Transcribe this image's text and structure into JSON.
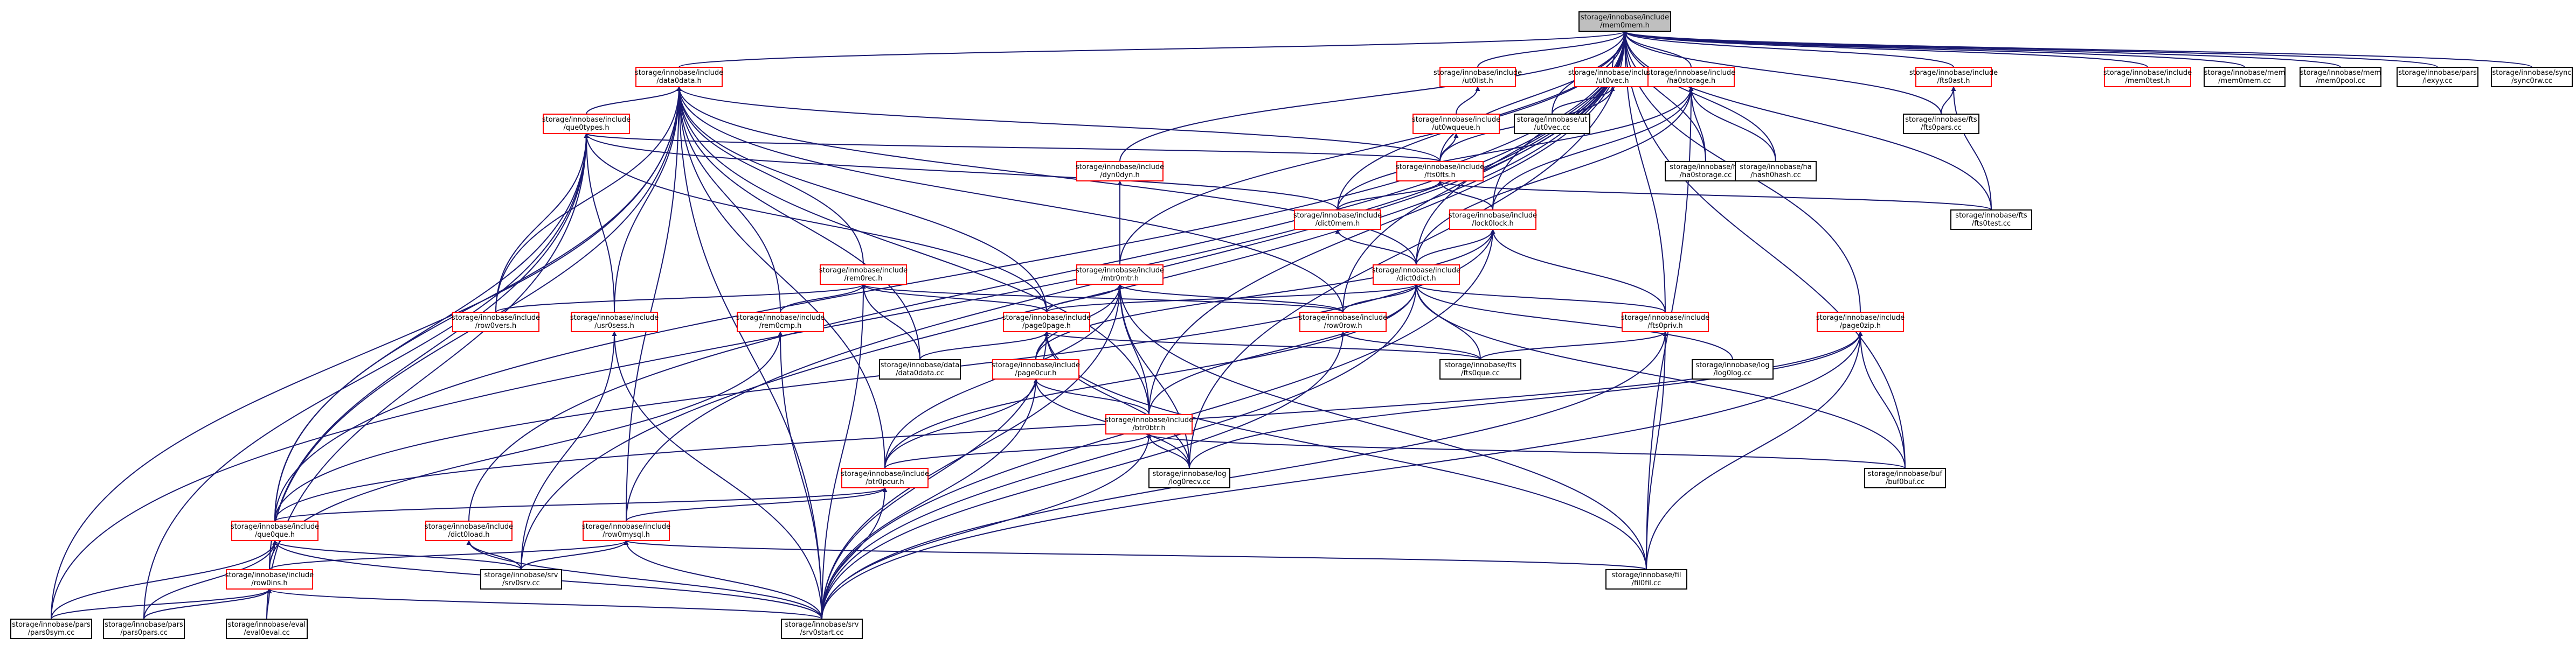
{
  "colors": {
    "background": "#ffffff",
    "edge": "#191970",
    "border_red": "#ff0000",
    "border_gray": "#999999",
    "border_black": "#000000",
    "root_fill": "#bfbfbf",
    "text": "#000000"
  },
  "nodes": [
    {
      "id": "root",
      "lines": [
        "storage/innobase/include",
        "/mem0mem.h"
      ],
      "style": "root"
    },
    {
      "id": "data0data_h",
      "lines": [
        "storage/innobase/include",
        "/data0data.h"
      ],
      "style": "red"
    },
    {
      "id": "ut0list_h",
      "lines": [
        "storage/innobase/include",
        "/ut0list.h"
      ],
      "style": "red"
    },
    {
      "id": "ut0vec_h",
      "lines": [
        "storage/innobase/include",
        "/ut0vec.h"
      ],
      "style": "red"
    },
    {
      "id": "ut0vec_cc",
      "lines": [
        "storage/innobase/ut",
        "/ut0vec.cc"
      ],
      "style": "black"
    },
    {
      "id": "ha0storage_h",
      "lines": [
        "storage/innobase/include",
        "/ha0storage.h"
      ],
      "style": "red"
    },
    {
      "id": "fts0ast_h",
      "lines": [
        "storage/innobase/include",
        "/fts0ast.h"
      ],
      "style": "red"
    },
    {
      "id": "mem0test_h",
      "lines": [
        "storage/innobase/include",
        "/mem0test.h"
      ],
      "style": "red"
    },
    {
      "id": "mem0mem_cc",
      "lines": [
        "storage/innobase/mem",
        "/mem0mem.cc"
      ],
      "style": "black"
    },
    {
      "id": "mem0pool_cc",
      "lines": [
        "storage/innobase/mem",
        "/mem0pool.cc"
      ],
      "style": "black"
    },
    {
      "id": "lexyy_cc",
      "lines": [
        "storage/innobase/pars",
        "/lexyy.cc"
      ],
      "style": "black"
    },
    {
      "id": "sync0rw_cc",
      "lines": [
        "storage/innobase/sync",
        "/sync0rw.cc"
      ],
      "style": "black"
    },
    {
      "id": "que0types_h",
      "lines": [
        "storage/innobase/include",
        "/que0types.h"
      ],
      "style": "red"
    },
    {
      "id": "ut0wqueue_h",
      "lines": [
        "storage/innobase/include",
        "/ut0wqueue.h"
      ],
      "style": "red"
    },
    {
      "id": "fts0pars_cc",
      "lines": [
        "storage/innobase/fts",
        "/fts0pars.cc"
      ],
      "style": "black"
    },
    {
      "id": "dyn0dyn_h",
      "lines": [
        "storage/innobase/include",
        "/dyn0dyn.h"
      ],
      "style": "red"
    },
    {
      "id": "fts0fts_h",
      "lines": [
        "storage/innobase/include",
        "/fts0fts.h"
      ],
      "style": "red"
    },
    {
      "id": "ha0storage_cc",
      "lines": [
        "storage/innobase/ha",
        "/ha0storage.cc"
      ],
      "style": "black"
    },
    {
      "id": "hash0hash_cc",
      "lines": [
        "storage/innobase/ha",
        "/hash0hash.cc"
      ],
      "style": "black"
    },
    {
      "id": "dict0mem_h",
      "lines": [
        "storage/innobase/include",
        "/dict0mem.h"
      ],
      "style": "red"
    },
    {
      "id": "lock0lock_h",
      "lines": [
        "storage/innobase/include",
        "/lock0lock.h"
      ],
      "style": "red"
    },
    {
      "id": "fts0test_cc",
      "lines": [
        "storage/innobase/fts",
        "/fts0test.cc"
      ],
      "style": "black"
    },
    {
      "id": "rem0rec_h",
      "lines": [
        "storage/innobase/include",
        "/rem0rec.h"
      ],
      "style": "red"
    },
    {
      "id": "mtr0mtr_h",
      "lines": [
        "storage/innobase/include",
        "/mtr0mtr.h"
      ],
      "style": "red"
    },
    {
      "id": "dict0dict_h",
      "lines": [
        "storage/innobase/include",
        "/dict0dict.h"
      ],
      "style": "red"
    },
    {
      "id": "row0vers_h",
      "lines": [
        "storage/innobase/include",
        "/row0vers.h"
      ],
      "style": "red"
    },
    {
      "id": "usr0sess_h",
      "lines": [
        "storage/innobase/include",
        "/usr0sess.h"
      ],
      "style": "red"
    },
    {
      "id": "rem0cmp_h",
      "lines": [
        "storage/innobase/include",
        "/rem0cmp.h"
      ],
      "style": "red"
    },
    {
      "id": "page0page_h",
      "lines": [
        "storage/innobase/include",
        "/page0page.h"
      ],
      "style": "red"
    },
    {
      "id": "row0row_h",
      "lines": [
        "storage/innobase/include",
        "/row0row.h"
      ],
      "style": "red"
    },
    {
      "id": "fts0priv_h",
      "lines": [
        "storage/innobase/include",
        "/fts0priv.h"
      ],
      "style": "red"
    },
    {
      "id": "page0zip_h",
      "lines": [
        "storage/innobase/include",
        "/page0zip.h"
      ],
      "style": "red"
    },
    {
      "id": "data0data_cc",
      "lines": [
        "storage/innobase/data",
        "/data0data.cc"
      ],
      "style": "black"
    },
    {
      "id": "page0cur_h",
      "lines": [
        "storage/innobase/include",
        "/page0cur.h"
      ],
      "style": "red"
    },
    {
      "id": "fts0que_cc",
      "lines": [
        "storage/innobase/fts",
        "/fts0que.cc"
      ],
      "style": "black"
    },
    {
      "id": "log0log_cc",
      "lines": [
        "storage/innobase/log",
        "/log0log.cc"
      ],
      "style": "black"
    },
    {
      "id": "btr0btr_h",
      "lines": [
        "storage/innobase/include",
        "/btr0btr.h"
      ],
      "style": "red"
    },
    {
      "id": "btr0pcur_h",
      "lines": [
        "storage/innobase/include",
        "/btr0pcur.h"
      ],
      "style": "red"
    },
    {
      "id": "log0recv_cc",
      "lines": [
        "storage/innobase/log",
        "/log0recv.cc"
      ],
      "style": "black"
    },
    {
      "id": "buf0buf_cc",
      "lines": [
        "storage/innobase/buf",
        "/buf0buf.cc"
      ],
      "style": "black"
    },
    {
      "id": "que0que_h",
      "lines": [
        "storage/innobase/include",
        "/que0que.h"
      ],
      "style": "red"
    },
    {
      "id": "dict0load_h",
      "lines": [
        "storage/innobase/include",
        "/dict0load.h"
      ],
      "style": "red"
    },
    {
      "id": "row0mysql_h",
      "lines": [
        "storage/innobase/include",
        "/row0mysql.h"
      ],
      "style": "red"
    },
    {
      "id": "srv0srv_cc",
      "lines": [
        "storage/innobase/srv",
        "/srv0srv.cc"
      ],
      "style": "black"
    },
    {
      "id": "row0ins_h",
      "lines": [
        "storage/innobase/include",
        "/row0ins.h"
      ],
      "style": "red"
    },
    {
      "id": "fil0fil_cc",
      "lines": [
        "storage/innobase/fil",
        "/fil0fil.cc"
      ],
      "style": "black"
    },
    {
      "id": "pars0sym_cc",
      "lines": [
        "storage/innobase/pars",
        "/pars0sym.cc"
      ],
      "style": "black"
    },
    {
      "id": "pars0pars_cc",
      "lines": [
        "storage/innobase/pars",
        "/pars0pars.cc"
      ],
      "style": "black"
    },
    {
      "id": "eval0eval_cc",
      "lines": [
        "storage/innobase/eval",
        "/eval0eval.cc"
      ],
      "style": "black"
    },
    {
      "id": "srv0start_cc",
      "lines": [
        "storage/innobase/srv",
        "/srv0start.cc"
      ],
      "style": "black"
    }
  ],
  "edges": [
    [
      "root",
      "data0data_h"
    ],
    [
      "root",
      "ut0list_h"
    ],
    [
      "root",
      "ut0vec_h"
    ],
    [
      "root",
      "ut0vec_cc"
    ],
    [
      "root",
      "ha0storage_h"
    ],
    [
      "root",
      "fts0ast_h"
    ],
    [
      "root",
      "mem0test_h"
    ],
    [
      "root",
      "mem0mem_cc"
    ],
    [
      "root",
      "mem0pool_cc"
    ],
    [
      "root",
      "lexyy_cc"
    ],
    [
      "root",
      "sync0rw_cc"
    ],
    [
      "root",
      "dyn0dyn_h"
    ],
    [
      "root",
      "hash0hash_cc"
    ],
    [
      "root",
      "ha0storage_cc"
    ],
    [
      "root",
      "fts0fts_h"
    ],
    [
      "root",
      "mtr0mtr_h"
    ],
    [
      "root",
      "dict0dict_h"
    ],
    [
      "root",
      "page0zip_h"
    ],
    [
      "root",
      "row0row_h"
    ],
    [
      "root",
      "fts0priv_h"
    ],
    [
      "root",
      "fts0test_cc"
    ],
    [
      "root",
      "log0recv_cc"
    ],
    [
      "root",
      "buf0buf_cc"
    ],
    [
      "root",
      "btr0btr_h"
    ],
    [
      "root",
      "fts0pars_cc"
    ],
    [
      "root",
      "dict0mem_h"
    ],
    [
      "root",
      "lock0lock_h"
    ],
    [
      "root",
      "que0que_h"
    ],
    [
      "root",
      "row0mysql_h"
    ],
    [
      "root",
      "dict0load_h"
    ],
    [
      "root",
      "pars0sym_cc"
    ],
    [
      "root",
      "srv0srv_cc"
    ],
    [
      "data0data_h",
      "que0types_h"
    ],
    [
      "data0data_h",
      "rem0rec_h"
    ],
    [
      "data0data_h",
      "dict0dict_h"
    ],
    [
      "data0data_h",
      "row0vers_h"
    ],
    [
      "data0data_h",
      "usr0sess_h"
    ],
    [
      "data0data_h",
      "rem0cmp_h"
    ],
    [
      "data0data_h",
      "page0page_h"
    ],
    [
      "data0data_h",
      "row0row_h"
    ],
    [
      "data0data_h",
      "data0data_cc"
    ],
    [
      "data0data_h",
      "btr0btr_h"
    ],
    [
      "data0data_h",
      "que0que_h"
    ],
    [
      "data0data_h",
      "row0ins_h"
    ],
    [
      "data0data_h",
      "pars0sym_cc"
    ],
    [
      "data0data_h",
      "fts0fts_h"
    ],
    [
      "data0data_h",
      "srv0start_cc"
    ],
    [
      "data0data_h",
      "row0mysql_h"
    ],
    [
      "data0data_h",
      "btr0pcur_h"
    ],
    [
      "ut0list_h",
      "ut0wqueue_h"
    ],
    [
      "ut0wqueue_h",
      "fts0fts_h"
    ],
    [
      "ut0vec_h",
      "ut0vec_cc"
    ],
    [
      "ut0vec_h",
      "fts0fts_h"
    ],
    [
      "ha0storage_h",
      "ha0storage_cc"
    ],
    [
      "ha0storage_h",
      "hash0hash_cc"
    ],
    [
      "ha0storage_h",
      "dict0mem_h"
    ],
    [
      "ha0storage_h",
      "lock0lock_h"
    ],
    [
      "ha0storage_h",
      "dict0dict_h"
    ],
    [
      "ha0storage_h",
      "fil0fil_cc"
    ],
    [
      "fts0ast_h",
      "fts0pars_cc"
    ],
    [
      "fts0ast_h",
      "fts0test_cc"
    ],
    [
      "que0types_h",
      "dict0mem_h"
    ],
    [
      "que0types_h",
      "row0vers_h"
    ],
    [
      "que0types_h",
      "usr0sess_h"
    ],
    [
      "que0types_h",
      "fts0fts_h"
    ],
    [
      "que0types_h",
      "que0que_h"
    ],
    [
      "que0types_h",
      "row0ins_h"
    ],
    [
      "que0types_h",
      "pars0pars_cc"
    ],
    [
      "que0types_h",
      "eval0eval_cc"
    ],
    [
      "que0types_h",
      "page0page_h"
    ],
    [
      "dyn0dyn_h",
      "mtr0mtr_h"
    ],
    [
      "fts0fts_h",
      "dict0mem_h"
    ],
    [
      "fts0fts_h",
      "lock0lock_h"
    ],
    [
      "fts0fts_h",
      "fts0test_cc"
    ],
    [
      "dict0mem_h",
      "dict0dict_h"
    ],
    [
      "lock0lock_h",
      "dict0dict_h"
    ],
    [
      "lock0lock_h",
      "que0que_h"
    ],
    [
      "lock0lock_h",
      "srv0start_cc"
    ],
    [
      "lock0lock_h",
      "fts0priv_h"
    ],
    [
      "lock0lock_h",
      "page0cur_h"
    ],
    [
      "rem0rec_h",
      "row0vers_h"
    ],
    [
      "rem0rec_h",
      "rem0cmp_h"
    ],
    [
      "rem0rec_h",
      "page0page_h"
    ],
    [
      "rem0rec_h",
      "row0row_h"
    ],
    [
      "rem0rec_h",
      "data0data_cc"
    ],
    [
      "rem0rec_h",
      "srv0start_cc"
    ],
    [
      "mtr0mtr_h",
      "page0page_h"
    ],
    [
      "mtr0mtr_h",
      "row0row_h"
    ],
    [
      "mtr0mtr_h",
      "page0cur_h"
    ],
    [
      "mtr0mtr_h",
      "btr0btr_h"
    ],
    [
      "mtr0mtr_h",
      "btr0pcur_h"
    ],
    [
      "mtr0mtr_h",
      "log0recv_cc"
    ],
    [
      "mtr0mtr_h",
      "srv0start_cc"
    ],
    [
      "mtr0mtr_h",
      "fil0fil_cc"
    ],
    [
      "dict0dict_h",
      "row0row_h"
    ],
    [
      "dict0dict_h",
      "page0page_h"
    ],
    [
      "dict0dict_h",
      "fts0priv_h"
    ],
    [
      "dict0dict_h",
      "btr0btr_h"
    ],
    [
      "dict0dict_h",
      "fts0que_cc"
    ],
    [
      "dict0dict_h",
      "buf0buf_cc"
    ],
    [
      "dict0dict_h",
      "log0log_cc"
    ],
    [
      "dict0dict_h",
      "srv0start_cc"
    ],
    [
      "dict0dict_h",
      "btr0pcur_h"
    ],
    [
      "usr0sess_h",
      "srv0srv_cc"
    ],
    [
      "usr0sess_h",
      "srv0start_cc"
    ],
    [
      "rem0cmp_h",
      "row0ins_h"
    ],
    [
      "rem0cmp_h",
      "srv0start_cc"
    ],
    [
      "page0page_h",
      "page0cur_h"
    ],
    [
      "page0page_h",
      "data0data_cc"
    ],
    [
      "page0page_h",
      "fts0que_cc"
    ],
    [
      "page0page_h",
      "log0recv_cc"
    ],
    [
      "page0page_h",
      "fil0fil_cc"
    ],
    [
      "page0page_h",
      "srv0start_cc"
    ],
    [
      "row0row_h",
      "fts0que_cc"
    ],
    [
      "row0row_h",
      "srv0start_cc"
    ],
    [
      "fts0priv_h",
      "fts0que_cc"
    ],
    [
      "fts0priv_h",
      "fil0fil_cc"
    ],
    [
      "fts0priv_h",
      "srv0start_cc"
    ],
    [
      "page0zip_h",
      "log0recv_cc"
    ],
    [
      "page0zip_h",
      "buf0buf_cc"
    ],
    [
      "page0zip_h",
      "fil0fil_cc"
    ],
    [
      "page0zip_h",
      "srv0start_cc"
    ],
    [
      "page0zip_h",
      "que0que_h"
    ],
    [
      "page0cur_h",
      "btr0btr_h"
    ],
    [
      "page0cur_h",
      "btr0pcur_h"
    ],
    [
      "page0cur_h",
      "log0recv_cc"
    ],
    [
      "page0cur_h",
      "srv0start_cc"
    ],
    [
      "btr0btr_h",
      "btr0pcur_h"
    ],
    [
      "btr0btr_h",
      "log0recv_cc"
    ],
    [
      "btr0btr_h",
      "buf0buf_cc"
    ],
    [
      "btr0btr_h",
      "srv0start_cc"
    ],
    [
      "btr0pcur_h",
      "row0mysql_h"
    ],
    [
      "btr0pcur_h",
      "que0que_h"
    ],
    [
      "btr0pcur_h",
      "srv0start_cc"
    ],
    [
      "que0que_h",
      "row0ins_h"
    ],
    [
      "que0que_h",
      "srv0srv_cc"
    ],
    [
      "que0que_h",
      "pars0sym_cc"
    ],
    [
      "que0que_h",
      "pars0pars_cc"
    ],
    [
      "que0que_h",
      "srv0start_cc"
    ],
    [
      "dict0load_h",
      "srv0srv_cc"
    ],
    [
      "dict0load_h",
      "srv0start_cc"
    ],
    [
      "row0mysql_h",
      "row0ins_h"
    ],
    [
      "row0mysql_h",
      "srv0srv_cc"
    ],
    [
      "row0mysql_h",
      "fil0fil_cc"
    ],
    [
      "row0mysql_h",
      "srv0start_cc"
    ],
    [
      "row0ins_h",
      "pars0sym_cc"
    ],
    [
      "row0ins_h",
      "pars0pars_cc"
    ],
    [
      "row0ins_h",
      "eval0eval_cc"
    ],
    [
      "row0ins_h",
      "srv0start_cc"
    ]
  ]
}
